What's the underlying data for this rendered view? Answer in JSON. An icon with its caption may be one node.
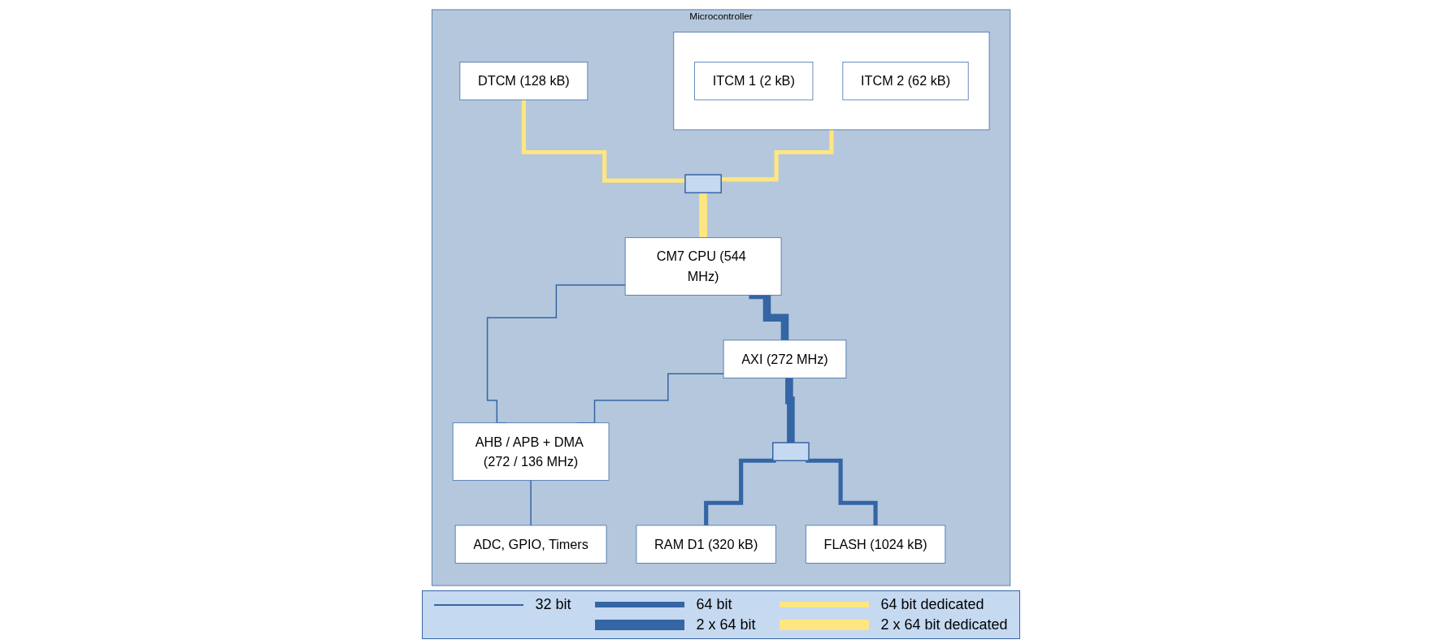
{
  "diagram": {
    "nodes": [
      {
        "text": [
          "Microcontroller"
        ]
      },
      {
        "text": [],
        "shape": "box",
        "in": 0
      },
      {
        "text": [
          "ITCM 1 (2 kB)"
        ],
        "in": 1
      },
      {
        "text": [
          "ITCM 2 (62 kB)"
        ],
        "in": 1
      },
      {
        "text": [
          "DTCM (128 kB)"
        ],
        "in": 0
      },
      {
        "text": [],
        "shape": "box",
        "in": 0
      },
      {
        "text": [
          "CM7 CPU (544 MHz)"
        ],
        "in": 0
      },
      {
        "text": [
          "AXI (272 MHz)"
        ],
        "in": 0
      },
      {
        "text": [
          "AHB / APB + DMA (272 / 136 MHz)"
        ],
        "in": 0
      },
      {
        "text": [
          "ADC, GPIO, Timers"
        ],
        "in": 0
      },
      {
        "text": [],
        "shape": "box",
        "in": 0
      },
      {
        "text": [
          "RAM D1 (320 kB)"
        ],
        "in": 0
      },
      {
        "text": [
          "FLASH (1024 kB)"
        ],
        "in": 0
      }
    ],
    "edges": [
      {
        "from": 1,
        "to": 5,
        "arrow": "none",
        "color": "#ffe680"
      },
      {
        "from": 4,
        "to": 5,
        "arrow": "none",
        "color": "#ffe680"
      },
      {
        "from": 5,
        "to": 6,
        "arrow": "none",
        "style": "thick",
        "color": "#ffe680"
      },
      {
        "from": 6,
        "to": 7,
        "arrow": "none",
        "style": "thick"
      },
      {
        "from": 6,
        "to": 8,
        "arrow": "none"
      },
      {
        "from": 7,
        "to": 8,
        "arrow": "none"
      },
      {
        "from": 8,
        "to": 9,
        "arrow": "none"
      },
      {
        "from": 7,
        "to": 10,
        "arrow": "none",
        "style": "thick"
      },
      {
        "from": 10,
        "to": 11,
        "arrow": "none"
      },
      {
        "from": 10,
        "to": 12,
        "arrow": "none"
      }
    ],
    "legend": [
      {
        "text": "32 bit"
      },
      {
        "text": "64 bit"
      },
      {
        "text": "2 x 64 bit"
      },
      {
        "text": "64 bit dedicated"
      },
      {
        "text": "2 x 64 bit dedicated"
      }
    ]
  }
}
